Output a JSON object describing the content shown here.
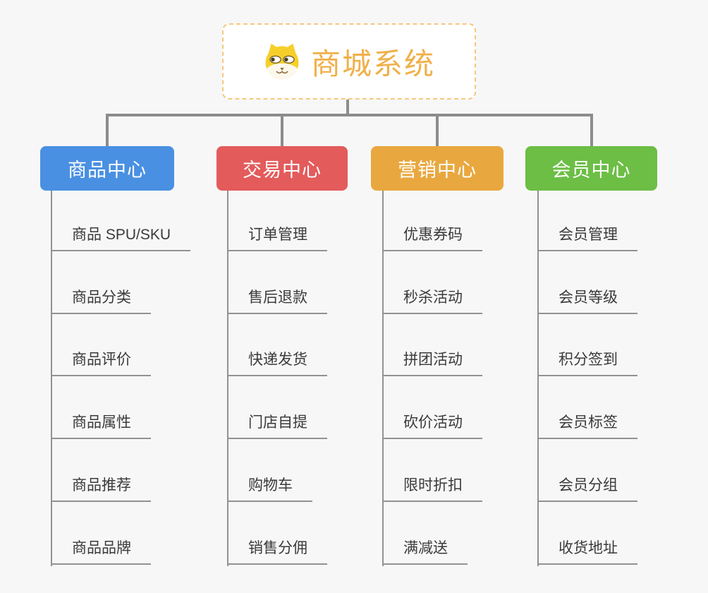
{
  "root": {
    "title": "商城系统",
    "icon": "dog-icon",
    "title_color": "#f0b04a",
    "border_color": "#f6c87e"
  },
  "connector_color": "#8c8c8c",
  "leaf_line_color": "#929292",
  "branches": [
    {
      "label": "商品中心",
      "color": "#4a90e2",
      "children": [
        "商品 SPU/SKU",
        "商品分类",
        "商品评价",
        "商品属性",
        "商品推荐",
        "商品品牌"
      ]
    },
    {
      "label": "交易中心",
      "color": "#e45b5b",
      "children": [
        "订单管理",
        "售后退款",
        "快递发货",
        "门店自提",
        "购物车",
        "销售分佣"
      ]
    },
    {
      "label": "营销中心",
      "color": "#e9a83f",
      "children": [
        "优惠券码",
        "秒杀活动",
        "拼团活动",
        "砍价活动",
        "限时折扣",
        "满减送"
      ]
    },
    {
      "label": "会员中心",
      "color": "#6cbe45",
      "children": [
        "会员管理",
        "会员等级",
        "积分签到",
        "会员标签",
        "会员分组",
        "收货地址"
      ]
    }
  ]
}
